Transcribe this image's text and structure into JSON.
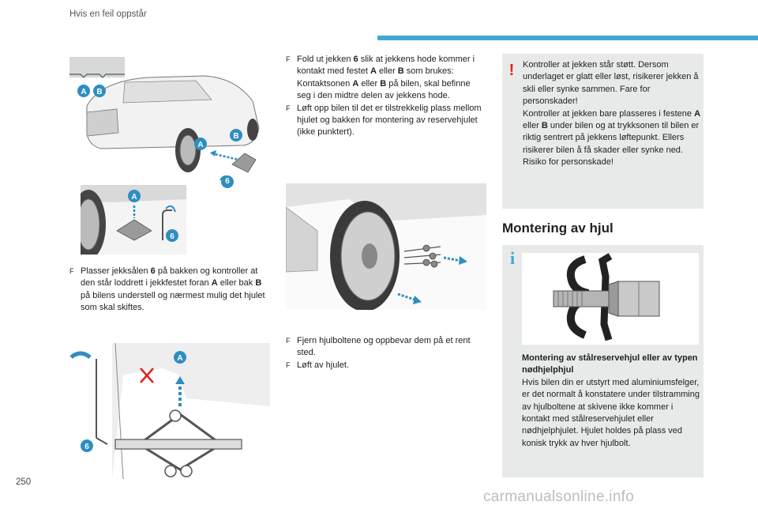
{
  "header": {
    "section_title": "Hvis en feil oppstår"
  },
  "figure1": {
    "label_a1": "A",
    "label_b1": "B",
    "label_a2": "A",
    "label_b2": "B",
    "label_6": "6"
  },
  "figure2": {
    "label_a": "A",
    "label_6": "6"
  },
  "figure3": {
    "label_a": "A",
    "label_6": "6"
  },
  "left_text": {
    "bullet_mark": "F",
    "p1_a": "Plasser jekksålen ",
    "p1_b": "6",
    "p1_c": " på bakken og kontroller at den står loddrett i jekkfestet foran ",
    "p1_d": "A",
    "p1_e": " eller bak ",
    "p1_f": "B",
    "p1_g": " på bilens understell og nærmest mulig det hjulet som skal skiftes."
  },
  "mid_text": {
    "bullet_mark": "F",
    "b1_a": "Fold ut jekken ",
    "b1_b": "6",
    "b1_c": " slik at jekkens hode kommer i kontakt med festet ",
    "b1_d": "A",
    "b1_e": " eller ",
    "b1_f": "B",
    "b1_g": " som brukes: Kontaktsonen ",
    "b1_h": "A",
    "b1_i": " eller ",
    "b1_j": "B",
    "b1_k": " på bilen, skal befinne seg i den midtre delen av jekkens hode.",
    "b2": "Løft opp bilen til det er tilstrekkelig plass mellom hjulet og bakken for montering av reservehjulet (ikke punktert).",
    "b3": "Fjern hjulboltene og oppbevar dem på et rent sted.",
    "b4": "Løft av hjulet."
  },
  "warning": {
    "mark": "!",
    "l1": "Kontroller at jekken står støtt. Dersom underlaget er glatt eller løst, risikerer jekken å skli eller synke sammen. Fare for personskader!",
    "l2_a": "Kontroller at jekken bare plasseres i festene ",
    "l2_b": "A",
    "l2_c": " eller ",
    "l2_d": "B",
    "l2_e": " under bilen og at trykksonen til bilen er riktig sentrert på jekkens løftepunkt. Ellers risikerer bilen å få skader eller synke ned. Risiko for personskade!"
  },
  "section": {
    "title": "Montering av hjul"
  },
  "info": {
    "mark": "i",
    "caption_title": "Montering av stålreservehjul eller av typen nødhjelphjul",
    "caption_body": "Hvis bilen din er utstyrt med aluminiumsfelger, er det normalt å konstatere under tilstramming av hjulboltene at skivene ikke kommer i kontakt med stålreservehjulet eller nødhjelphjulet. Hjulet holdes på plass ved konisk trykk av hver hjulbolt."
  },
  "footer": {
    "page_number": "250",
    "watermark": "carmanualsonline.info"
  },
  "colors": {
    "accent_blue": "#3fa9d0",
    "label_blue": "#1f8fc4",
    "warning_red": "#e2231a",
    "box_grey": "#e8eae9"
  }
}
